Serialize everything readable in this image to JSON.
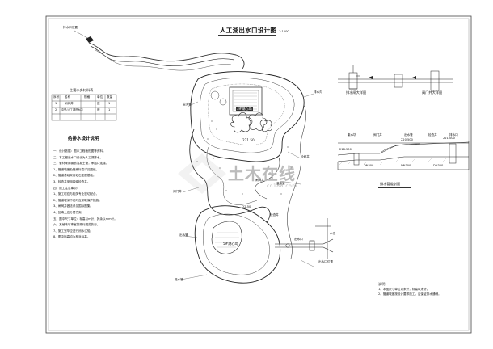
{
  "drawing": {
    "main_title": "人工湖出水口设计图",
    "main_scale": "1:1000",
    "watermark_text": "土木在线",
    "watermark_url": "co188.com"
  },
  "left_panel": {
    "legend_title": "主要水务材料表",
    "legend_rows": [
      [
        "序号",
        "名称",
        "规格",
        "单位",
        "数量"
      ],
      [
        "1",
        "闸阀井",
        "",
        "座",
        "1"
      ],
      [
        "2",
        "中型/人工湖进水口",
        "",
        "座",
        "1"
      ]
    ],
    "notes_title": "给排水设计说明",
    "notes_lines": [
      "一、设计依据：图示工程地形图等资料。",
      "二、本工程出水口设计为人工湖排水。",
      "三、管材采用钢筋混凝土管，承插口连接。",
      "1、管道坡度及管底标高详见图纸。",
      "2、管道基础采用砂石垫层基础。",
      "3、检查井采用砖砌检查井。",
      "四、施工注意事项：",
      "1、施工时应与相关专业密切配合。",
      "2、管道埋深不足时应采取保护措施。",
      "3、闸阀井做法参见国标图集。",
      "4、回填土应分层夯实。",
      "五、图中尺寸单位：标高以m计，其余以mm计。",
      "六、其他未尽事宜按现行规范执行。",
      "7、施工完毕应进行闭水试验。",
      "8、图中标高均为相对标高。"
    ],
    "outlet_label": "排水口位置"
  },
  "plan": {
    "labels": {
      "lake_top": "3#湖心岛",
      "lake_bottom": "5#湖心岛",
      "ditch_a": "溢流管",
      "ditch_b": "排水沟",
      "ditch_c": "检修井",
      "ditch_d": "阀门井",
      "gate": "闸阀井",
      "pipe_a": "溢流管",
      "pipe_b": "出水管",
      "pipe_c": "检查井",
      "pipe_d": "进水管",
      "outlet_a": "出水口",
      "outlet_b": "出水口位置",
      "water": "水位",
      "elev_top": "221.50",
      "elev_mid": "22.50"
    }
  },
  "details": {
    "valve_title": "排水闸大样图",
    "gate_title": "阀门井大样图",
    "profile_title": "排水管道剖面",
    "profile_labels": [
      "集水坑",
      "阀门井",
      "出水管",
      "检查井",
      "排水口"
    ],
    "profile_elev": [
      "218.500",
      "220.500",
      "221.000"
    ],
    "profile_dims": [
      "DN300",
      "DN300",
      "DN300"
    ],
    "notes_head": "说明：",
    "notes": [
      "1、本图尺寸单位以米计，标高以米计。",
      "2、管道坡度按设计要求施工，应保证排水通畅。"
    ]
  }
}
